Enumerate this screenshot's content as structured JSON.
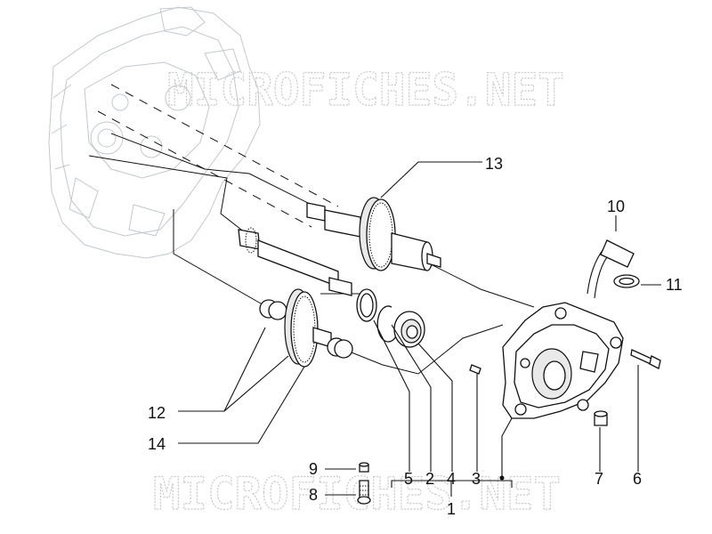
{
  "watermark": "MICROFICHES.NET",
  "labels": {
    "l1": "1",
    "l2": "2",
    "l3": "3",
    "l4": "4",
    "l5": "5",
    "l6": "6",
    "l7": "7",
    "l8": "8",
    "l9": "9",
    "l10": "10",
    "l11": "11",
    "l12": "12",
    "l13": "13",
    "l14": "14"
  }
}
